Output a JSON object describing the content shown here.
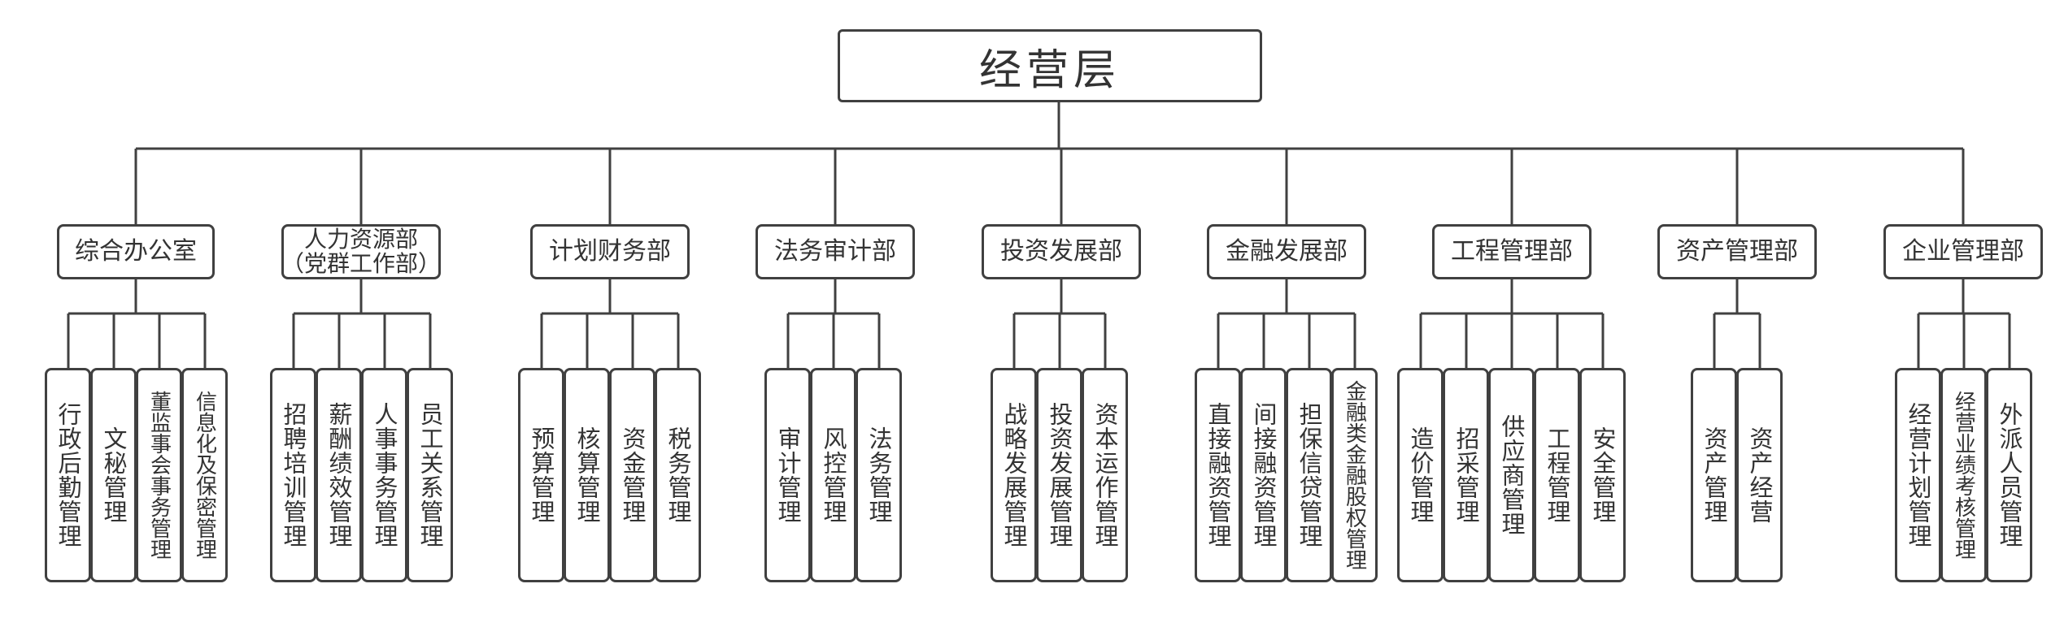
{
  "chart_title": "经营层",
  "departments": [
    {
      "name": "综合办公室",
      "units": [
        "行政后勤管理",
        "文秘管理",
        "董监事会事务管理",
        "信息化及保密管理"
      ]
    },
    {
      "name": "人力资源部",
      "name_line2": "（党群工作部）",
      "units": [
        "招聘培训管理",
        "薪酬绩效管理",
        "人事事务管理",
        "员工关系管理"
      ]
    },
    {
      "name": "计划财务部",
      "units": [
        "预算管理",
        "核算管理",
        "资金管理",
        "税务管理"
      ]
    },
    {
      "name": "法务审计部",
      "units": [
        "审计管理",
        "风控管理",
        "法务管理"
      ]
    },
    {
      "name": "投资发展部",
      "units": [
        "战略发展管理",
        "投资发展管理",
        "资本运作管理"
      ]
    },
    {
      "name": "金融发展部",
      "units": [
        "直接融资管理",
        "间接融资管理",
        "担保信贷管理",
        "金融类金融股权管理"
      ]
    },
    {
      "name": "工程管理部",
      "units": [
        "造价管理",
        "招采管理",
        "供应商管理",
        "工程管理",
        "安全管理"
      ]
    },
    {
      "name": "资产管理部",
      "units": [
        "资产管理",
        "资产经营"
      ]
    },
    {
      "name": "企业管理部",
      "units": [
        "经营计划管理",
        "经营业绩考核管理",
        "外派人员管理"
      ]
    }
  ],
  "colors": {
    "line": "#404040",
    "text": "#333333",
    "background": "#ffffff"
  }
}
